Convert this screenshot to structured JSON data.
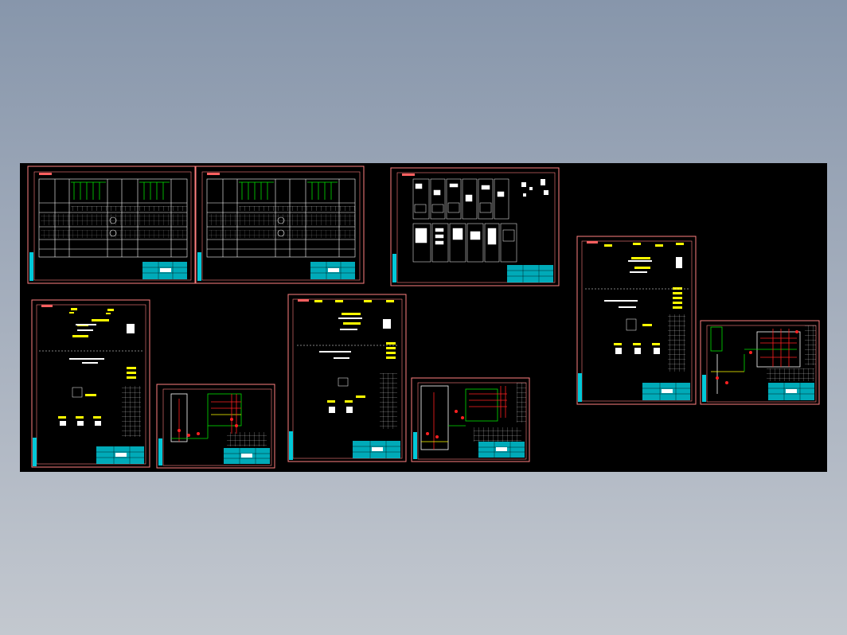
{
  "viewport": {
    "background_top": "#8796ab",
    "background_bottom": "#c3c8cf",
    "model_space_color": "#000000"
  },
  "drawing_colors": {
    "frame_border": "#ff8080",
    "title_block": "#00c8d8",
    "primary_lines": "#ffffff",
    "annotations": "#ffff00",
    "wires_red": "#ff2020",
    "wires_green": "#00e000"
  },
  "sheets": [
    {
      "id": "sheet-1",
      "type": "single-line-diagram"
    },
    {
      "id": "sheet-2",
      "type": "single-line-diagram"
    },
    {
      "id": "sheet-3",
      "type": "panel-layout"
    },
    {
      "id": "sheet-4",
      "type": "secondary-schematic"
    },
    {
      "id": "sheet-5",
      "type": "wiring-diagram"
    },
    {
      "id": "sheet-6",
      "type": "secondary-schematic"
    },
    {
      "id": "sheet-7",
      "type": "wiring-diagram"
    },
    {
      "id": "sheet-8",
      "type": "secondary-schematic"
    },
    {
      "id": "sheet-9",
      "type": "wiring-diagram"
    }
  ]
}
